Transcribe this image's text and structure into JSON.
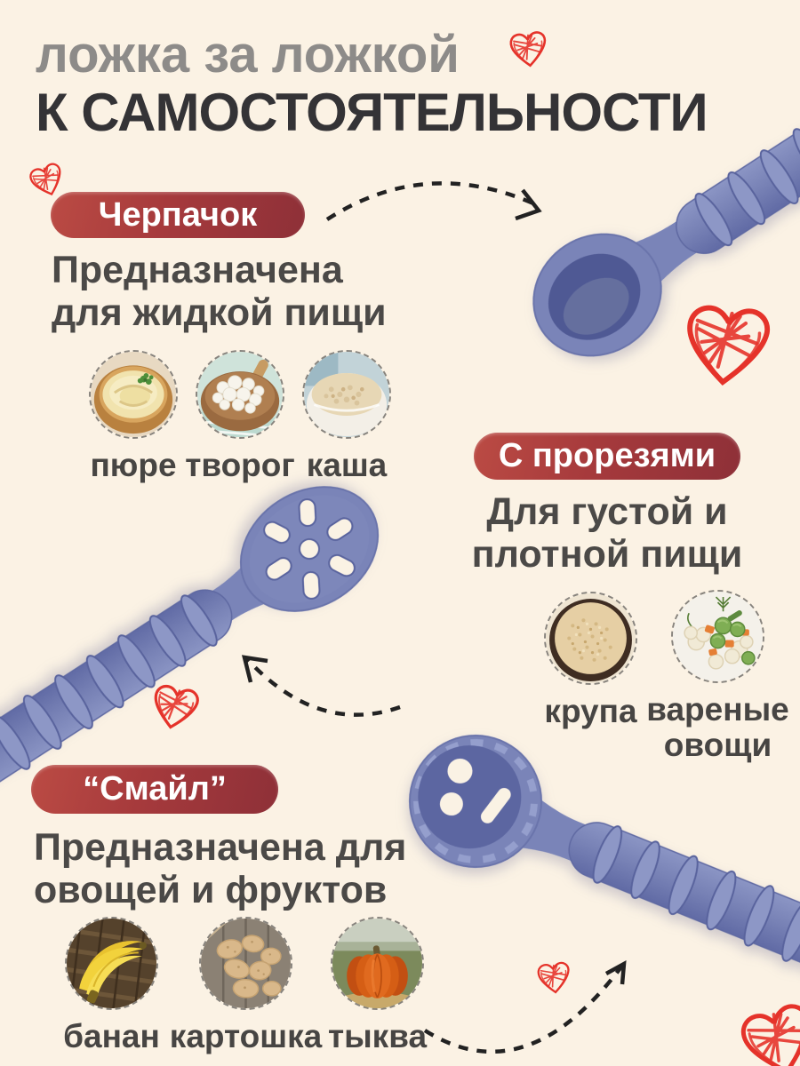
{
  "colors": {
    "background": "#fbf2e4",
    "badge_red_light": "#bb4b44",
    "badge_red_dark": "#8e3038",
    "title_gray": "#8d8b89",
    "title_dark": "#343336",
    "body_text": "#4b4947",
    "heart_red": "#e5332a",
    "spoon_blue": "#7a84b8",
    "arrow_black": "#222222"
  },
  "header": {
    "title_line1": "ложка за ложкой",
    "title_line2": "К САМОСТОЯТЕЛЬНОСТИ"
  },
  "sections": [
    {
      "badge": "Черпачок",
      "spoon_icon": "spoon-scoop",
      "desc_lines": [
        "Предназначена",
        "для жидкой пищи"
      ],
      "foods": [
        {
          "label": "пюре",
          "icon": "photo-mashed-puree"
        },
        {
          "label": "творог",
          "icon": "photo-cottage-cheese"
        },
        {
          "label": "каша",
          "icon": "photo-porridge"
        }
      ]
    },
    {
      "badge": "С прорезями",
      "spoon_icon": "spoon-slotted",
      "desc_lines": [
        "Для густой и",
        "плотной пищи"
      ],
      "foods": [
        {
          "label": "крупа",
          "icon": "photo-grains"
        },
        {
          "label": "вареные овощи",
          "icon": "photo-boiled-vegetables"
        }
      ]
    },
    {
      "badge": "“Смайл”",
      "spoon_icon": "spoon-smiley",
      "desc_lines": [
        "Предназначена для",
        "овощей и фруктов"
      ],
      "foods": [
        {
          "label": "банан",
          "icon": "photo-banana"
        },
        {
          "label": "картошка",
          "icon": "photo-potatoes"
        },
        {
          "label": "тыква",
          "icon": "photo-pumpkin"
        }
      ]
    }
  ]
}
